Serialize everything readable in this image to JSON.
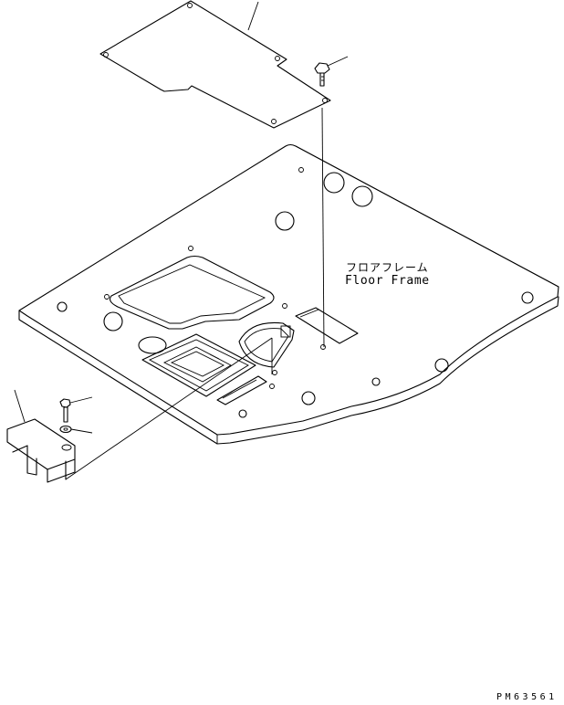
{
  "diagram": {
    "part_label_japanese": "フロアフレーム",
    "part_label_english": "Floor Frame",
    "drawing_code": "PM63561"
  }
}
